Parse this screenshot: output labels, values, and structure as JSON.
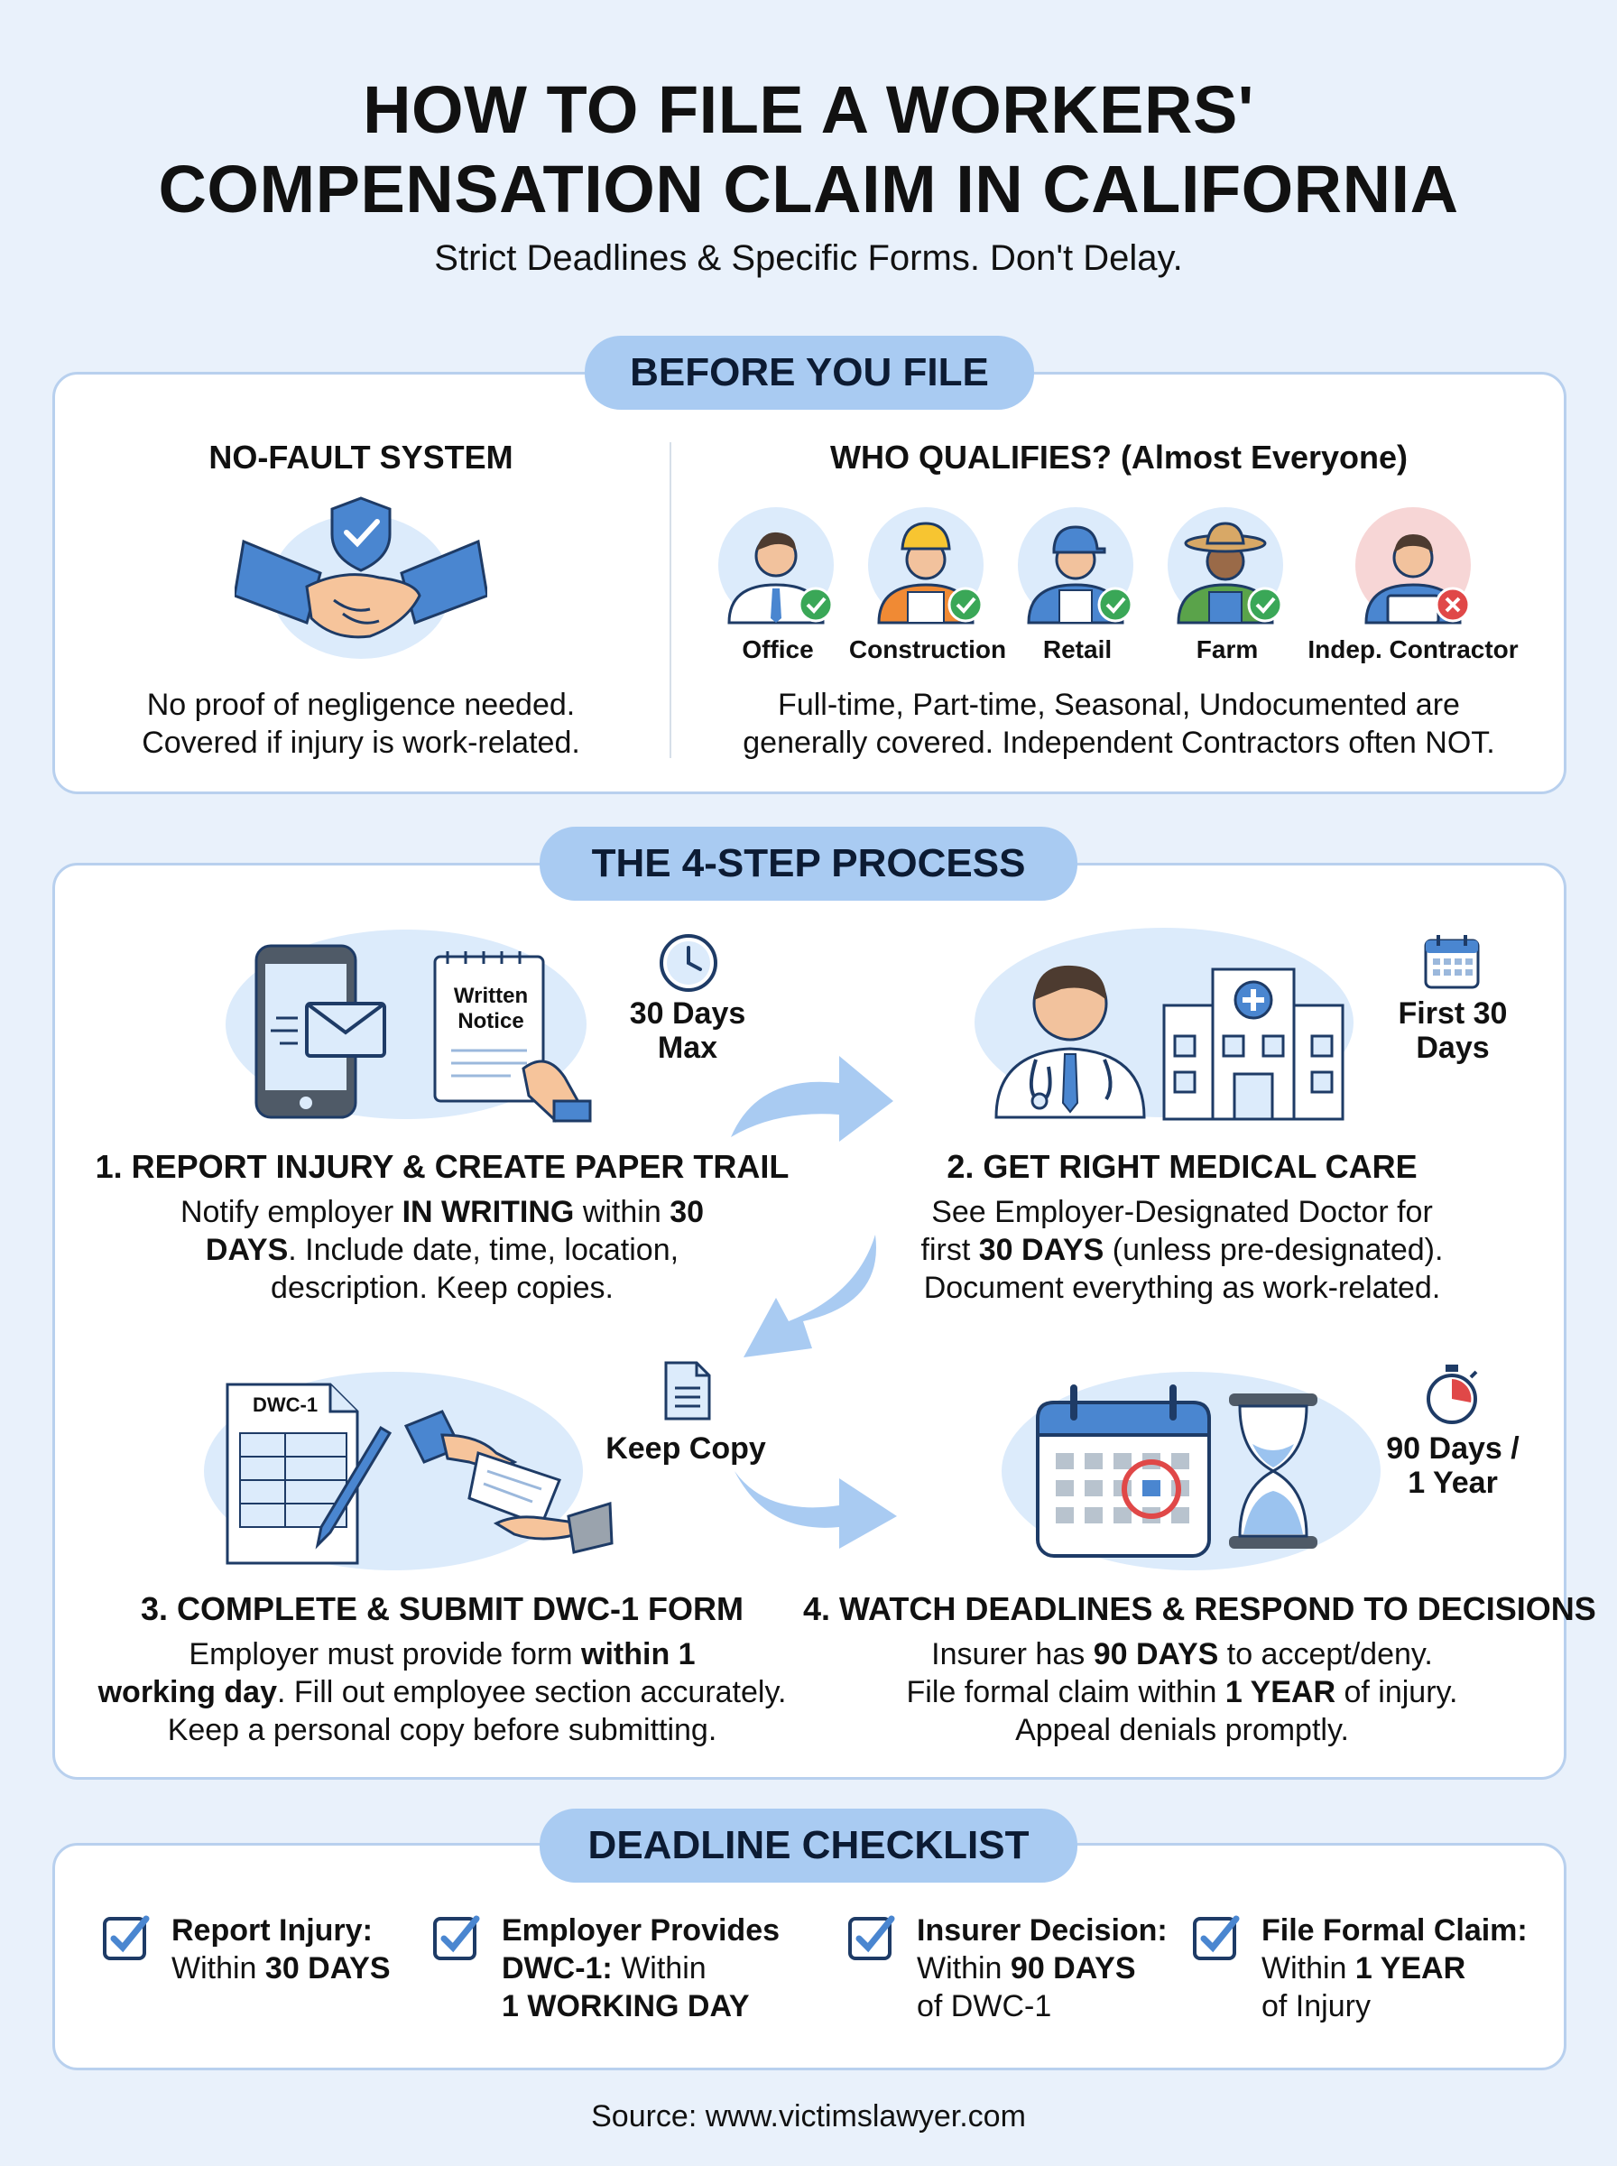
{
  "header": {
    "title_line1": "HOW TO FILE A WORKERS'",
    "title_line2": "COMPENSATION CLAIM IN CALIFORNIA",
    "subtitle": "Strict Deadlines & Specific Forms. Don't Delay."
  },
  "before": {
    "pill": "BEFORE YOU FILE",
    "nofault": {
      "heading": "NO-FAULT SYSTEM",
      "line1": "No proof of negligence needed.",
      "line2": "Covered if injury is work-related."
    },
    "qualifies": {
      "heading": "WHO QUALIFIES? (Almost Everyone)",
      "workers": [
        {
          "label": "Office",
          "status": "covered"
        },
        {
          "label": "Construction",
          "status": "covered"
        },
        {
          "label": "Retail",
          "status": "covered"
        },
        {
          "label": "Farm",
          "status": "covered"
        },
        {
          "label": "Indep. Contractor",
          "status": "not-covered"
        }
      ],
      "line1": "Full-time, Part-time, Seasonal, Undocumented are",
      "line2": "generally covered. Independent Contractors often NOT."
    }
  },
  "process": {
    "pill": "THE 4-STEP PROCESS",
    "step1": {
      "note_line1": "Written",
      "note_line2": "Notice",
      "time_line1": "30 Days",
      "time_line2": "Max",
      "title": "1. REPORT INJURY & CREATE PAPER TRAIL",
      "b1": "Notify employer ",
      "b2": "IN WRITING",
      "b3": " within ",
      "b4": "30",
      "b5": "DAYS",
      "b6": ". Include date, time, location,",
      "b7": "description. Keep copies."
    },
    "step2": {
      "time_line1": "First 30",
      "time_line2": "Days",
      "title": "2. GET RIGHT MEDICAL CARE",
      "b1": "See Employer-Designated Doctor for",
      "b2": "first ",
      "b3": "30 DAYS",
      "b4": " (unless pre-designated).",
      "b5": "Document everything as work-related."
    },
    "step3": {
      "form_label": "DWC-1",
      "keep_copy": "Keep Copy",
      "title": "3. COMPLETE & SUBMIT DWC-1 FORM",
      "b1": "Employer must provide form ",
      "b2": "within 1",
      "b3": "working day",
      "b4": ". Fill out employee section accurately.",
      "b5": "Keep a personal copy before submitting."
    },
    "step4": {
      "time_line1": "90 Days /",
      "time_line2": "1 Year",
      "title": "4. WATCH DEADLINES & RESPOND TO DECISIONS",
      "b1": "Insurer has ",
      "b2": "90 DAYS",
      "b3": " to accept/deny.",
      "b4": "File formal claim within ",
      "b5": "1 YEAR",
      "b6": " of injury.",
      "b7": "Appeal denials promptly."
    }
  },
  "checklist": {
    "pill": "DEADLINE CHECKLIST",
    "items": [
      {
        "l1": "Report Injury:",
        "l2a": "Within ",
        "l2b": "30 DAYS",
        "l3": ""
      },
      {
        "l1": "Employer Provides",
        "l2a": "DWC-1:",
        "l2b": " Within",
        "l3": "1 WORKING DAY"
      },
      {
        "l1": "Insurer Decision:",
        "l2a": "Within ",
        "l2b": "90 DAYS",
        "l3": "of DWC-1"
      },
      {
        "l1": "File Formal Claim:",
        "l2a": "Within ",
        "l2b": "1 YEAR",
        "l3": "of Injury"
      }
    ]
  },
  "footer": {
    "source": "Source: www.victimslawyer.com"
  },
  "colors": {
    "background": "#e9f1fb",
    "pill": "#a9cbf2",
    "accent_blue": "#4a86d0",
    "check_green": "#3aa757",
    "cross_red": "#e04848"
  }
}
